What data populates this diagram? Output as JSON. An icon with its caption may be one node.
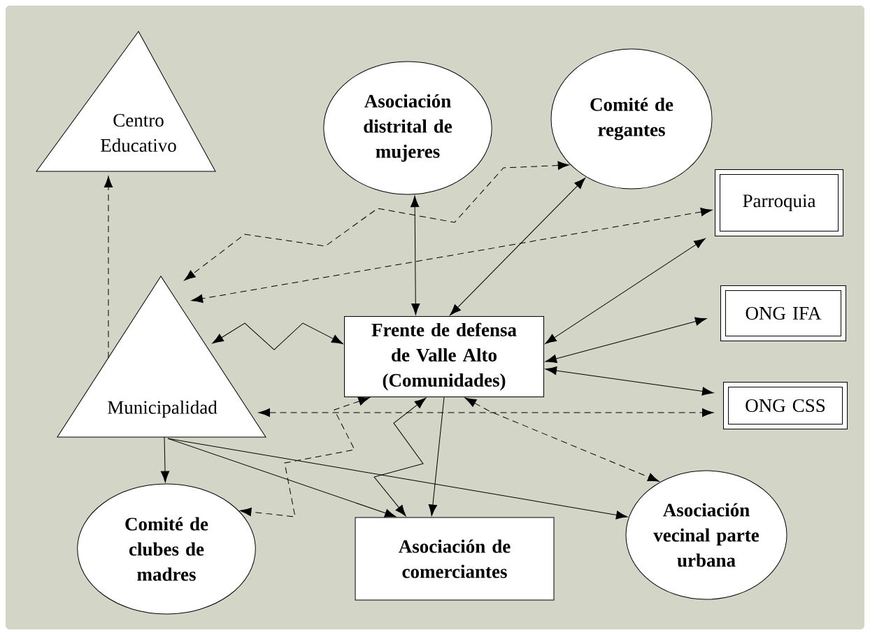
{
  "diagram": {
    "nodes": [
      {
        "text": [
          "Centro Educativo"
        ]
      },
      {
        "text": [
          "Asociación distrital de mujeres"
        ]
      },
      {
        "text": [
          "Comité de regantes"
        ]
      },
      {
        "text": [
          "Parroquia"
        ]
      },
      {
        "text": [
          "ONG IFA"
        ]
      },
      {
        "text": [
          "Municipalidad"
        ]
      },
      {
        "text": [
          "Frente de defensa de Valle Alto (Comunidades)"
        ]
      },
      {
        "text": [
          "ONG CSS"
        ]
      },
      {
        "text": [
          "Comité de clubes de madres"
        ]
      },
      {
        "text": [
          "Asociación de comerciantes"
        ]
      },
      {
        "text": [
          "Asociación vecinal parte urbana"
        ]
      }
    ],
    "edges": [
      {
        "from": 5,
        "to": 0,
        "arrow": "to",
        "style": "dashed"
      },
      {
        "from": 2,
        "to": 5,
        "arrow": "both",
        "style": "dashed"
      },
      {
        "from": 3,
        "to": 5,
        "arrow": "both",
        "style": "dashed"
      },
      {
        "from": 1,
        "to": 6,
        "arrow": "both"
      },
      {
        "from": 2,
        "to": 6,
        "arrow": "both"
      },
      {
        "from": 3,
        "to": 6,
        "arrow": "both"
      },
      {
        "from": 4,
        "to": 6,
        "arrow": "both"
      },
      {
        "from": 6,
        "to": 7,
        "arrow": "both"
      },
      {
        "from": 5,
        "to": 6,
        "arrow": "both"
      },
      {
        "from": 5,
        "to": 7,
        "arrow": "both",
        "style": "dashed"
      },
      {
        "from": 6,
        "to": 9,
        "arrow": "to"
      },
      {
        "from": 5,
        "to": 8,
        "arrow": "to"
      },
      {
        "from": 5,
        "to": 9,
        "arrow": "to"
      },
      {
        "from": 5,
        "to": 10,
        "arrow": "to"
      },
      {
        "from": 6,
        "to": 10,
        "arrow": "both",
        "style": "dashed"
      },
      {
        "from": 9,
        "to": 6,
        "arrow": "both"
      },
      {
        "from": 6,
        "to": 8,
        "arrow": "both",
        "style": "dashed"
      }
    ]
  }
}
